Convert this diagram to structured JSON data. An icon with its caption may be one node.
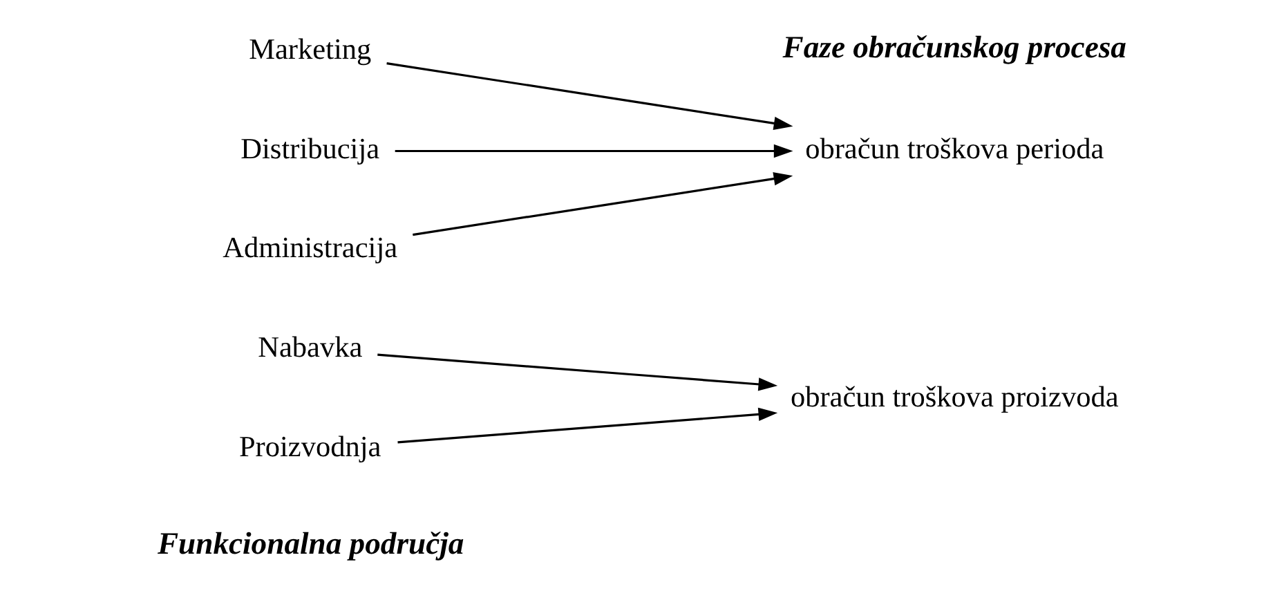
{
  "diagram": {
    "nodes": [
      {
        "text": [
          "Nabavka"
        ]
      },
      {
        "text": [
          "Proizvodnja"
        ]
      },
      {
        "text": [
          "Marketing"
        ]
      },
      {
        "text": [
          "Distribucija"
        ]
      },
      {
        "text": [
          "Administracija"
        ]
      },
      {
        "text": [
          "obračun troškova proizvoda"
        ]
      },
      {
        "text": [
          "obračun troškova perioda"
        ]
      }
    ],
    "edges": [
      {
        "from": 0,
        "to": 5,
        "arrow": "to"
      },
      {
        "from": 1,
        "to": 5,
        "arrow": "to"
      },
      {
        "from": 2,
        "to": 6,
        "arrow": "to"
      },
      {
        "from": 3,
        "to": 6,
        "arrow": "to"
      },
      {
        "from": 4,
        "to": 6,
        "arrow": "to"
      }
    ],
    "labels": [
      "Funkcionalna područja",
      "Faze obračunskog procesa"
    ]
  }
}
